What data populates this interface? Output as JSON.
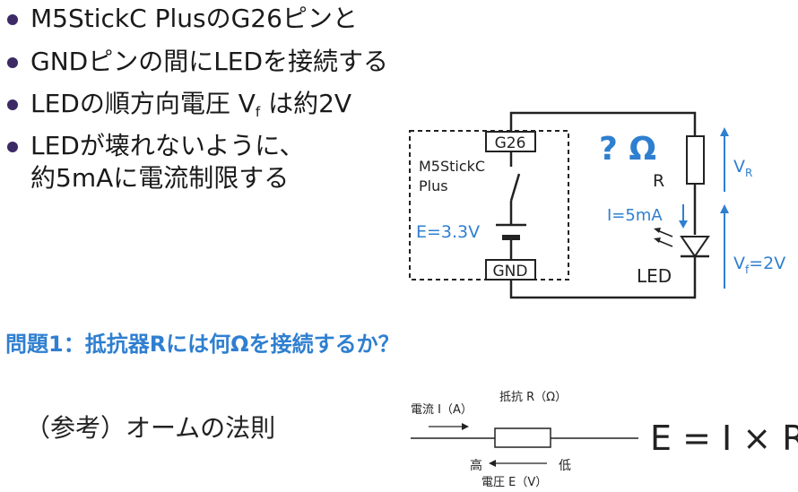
{
  "bullets": [
    {
      "text": "M5StickC PlusのG26ピンと"
    },
    {
      "text": "GNDピンの間にLEDを接続する"
    },
    {
      "text_pre": "LEDの順方向電圧 V",
      "text_sub": "f",
      "text_post": " は約2V"
    },
    {
      "text": "LEDが壊れないように、",
      "text2": "約5mAに電流制限する"
    }
  ],
  "circuit": {
    "pin_top": "G26",
    "pin_bottom": "GND",
    "device": [
      "M5StickC",
      "Plus"
    ],
    "voltage": "E=3.3V",
    "question_mark": "? Ω",
    "resistor": "R",
    "current": "I=5mA",
    "led": "LED",
    "vr_main": "V",
    "vr_sub": "R",
    "vf_main": "V",
    "vf_sub": "f",
    "vf_post": "=2V",
    "accent_color": "#2f7fd0"
  },
  "question": "問題1：抵抗器Rには何Ωを接続するか？",
  "reference": {
    "label": "（参考）オームの法則",
    "current": "電流 I（A）",
    "resistance": "抵抗 R（Ω）",
    "high": "高",
    "low": "低",
    "voltage": "電圧 E（V）",
    "formula": "E = I × R"
  }
}
